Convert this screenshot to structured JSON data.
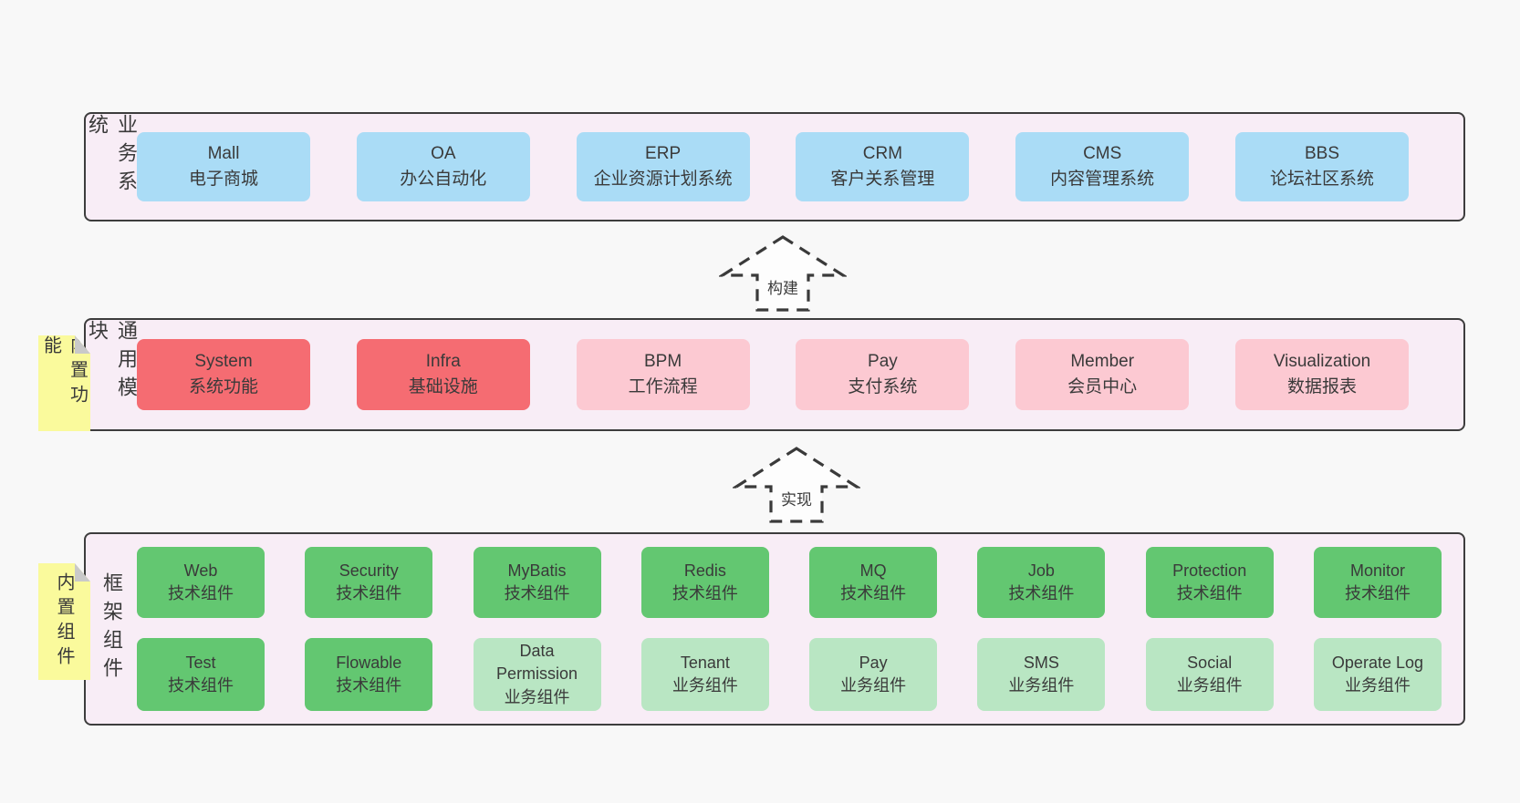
{
  "colors": {
    "page_bg": "#f8f8f8",
    "band_bg": "#f8edf6",
    "band_border": "#3d3d3d",
    "blue": "#aadcf6",
    "red": "#f56c72",
    "pink": "#fcc9d2",
    "green": "#63c771",
    "light_green": "#b9e6c3",
    "sticky_yellow": "#fafa9c",
    "text": "#3a3a3a"
  },
  "bands": {
    "business": {
      "label": "业务系统",
      "boxes": [
        {
          "title": "Mall",
          "subtitle": "电子商城"
        },
        {
          "title": "OA",
          "subtitle": "办公自动化"
        },
        {
          "title": "ERP",
          "subtitle": "企业资源计划系统"
        },
        {
          "title": "CRM",
          "subtitle": "客户关系管理"
        },
        {
          "title": "CMS",
          "subtitle": "内容管理系统"
        },
        {
          "title": "BBS",
          "subtitle": "论坛社区系统"
        }
      ]
    },
    "modules": {
      "label": "通用模块",
      "sticky": "内置功能",
      "boxes": [
        {
          "title": "System",
          "subtitle": "系统功能"
        },
        {
          "title": "Infra",
          "subtitle": "基础设施"
        },
        {
          "title": "BPM",
          "subtitle": "工作流程"
        },
        {
          "title": "Pay",
          "subtitle": "支付系统"
        },
        {
          "title": "Member",
          "subtitle": "会员中心"
        },
        {
          "title": "Visualization",
          "subtitle": "数据报表"
        }
      ]
    },
    "framework": {
      "label": "框架组件",
      "sticky": "内置组件",
      "row1": [
        {
          "title": "Web",
          "subtitle": "技术组件"
        },
        {
          "title": "Security",
          "subtitle": "技术组件"
        },
        {
          "title": "MyBatis",
          "subtitle": "技术组件"
        },
        {
          "title": "Redis",
          "subtitle": "技术组件"
        },
        {
          "title": "MQ",
          "subtitle": "技术组件"
        },
        {
          "title": "Job",
          "subtitle": "技术组件"
        },
        {
          "title": "Protection",
          "subtitle": "技术组件"
        },
        {
          "title": "Monitor",
          "subtitle": "技术组件"
        }
      ],
      "row2": [
        {
          "title": "Test",
          "subtitle": "技术组件"
        },
        {
          "title": "Flowable",
          "subtitle": "技术组件"
        },
        {
          "title": "Data Permission",
          "subtitle": "业务组件"
        },
        {
          "title": "Tenant",
          "subtitle": "业务组件"
        },
        {
          "title": "Pay",
          "subtitle": "业务组件"
        },
        {
          "title": "SMS",
          "subtitle": "业务组件"
        },
        {
          "title": "Social",
          "subtitle": "业务组件"
        },
        {
          "title": "Operate Log",
          "subtitle": "业务组件"
        }
      ]
    }
  },
  "arrows": [
    {
      "label": "构建"
    },
    {
      "label": "实现"
    }
  ]
}
